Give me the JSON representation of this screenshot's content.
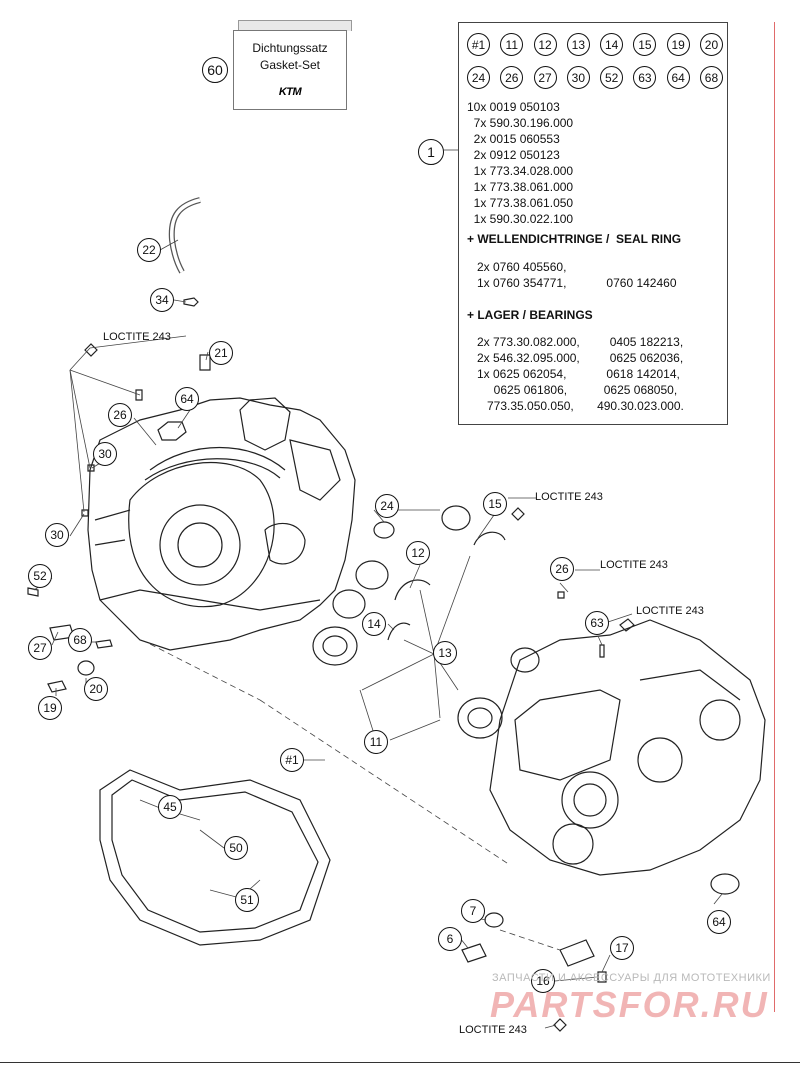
{
  "gasket_set": {
    "callout": "60",
    "line1": "Dichtungssatz",
    "line2": "Gasket-Set",
    "logo_text": "KTM"
  },
  "parts_list": {
    "callout": "1",
    "chips_row1": [
      "#1",
      "11",
      "12",
      "13",
      "14",
      "15",
      "19",
      "20"
    ],
    "chips_row2": [
      "24",
      "26",
      "27",
      "30",
      "52",
      "63",
      "64",
      "68"
    ],
    "lines": [
      "10x 0019 050103",
      "  7x 590.30.196.000",
      "  2x 0015 060553",
      "  2x 0912 050123",
      "  1x 773.34.028.000",
      "  1x 773.38.061.000",
      "  1x 773.38.061.050",
      "  1x 590.30.022.100"
    ],
    "seal_heading": "+ WELLENDICHTRINGE /  SEAL RING",
    "seal_lines": [
      "2x 0760 405560,",
      "1x 0760 354771,            0760 142460"
    ],
    "bearing_heading": "+ LAGER / BEARINGS",
    "bearing_lines": [
      "2x 773.30.082.000,         0405 182213,",
      "2x 546.32.095.000,         0625 062036,",
      "1x 0625 062054,            0618 142014,",
      "     0625 061806,           0625 068050,",
      "   773.35.050.050,       490.30.023.000."
    ]
  },
  "callouts": [
    {
      "label": "22"
    },
    {
      "label": "34"
    },
    {
      "label": "21"
    },
    {
      "label": "64"
    },
    {
      "label": "26"
    },
    {
      "label": "30"
    },
    {
      "label": "30"
    },
    {
      "label": "52"
    },
    {
      "label": "27"
    },
    {
      "label": "68"
    },
    {
      "label": "20"
    },
    {
      "label": "19"
    },
    {
      "label": "24"
    },
    {
      "label": "15"
    },
    {
      "label": "12"
    },
    {
      "label": "14"
    },
    {
      "label": "13"
    },
    {
      "label": "11"
    },
    {
      "label": "#1"
    },
    {
      "label": "26"
    },
    {
      "label": "63"
    },
    {
      "label": "45"
    },
    {
      "label": "50"
    },
    {
      "label": "51"
    },
    {
      "label": "7"
    },
    {
      "label": "6"
    },
    {
      "label": "17"
    },
    {
      "label": "16"
    },
    {
      "label": "64"
    }
  ],
  "loctite_labels": [
    "LOCTITE 243",
    "LOCTITE 243",
    "LOCTITE 243",
    "LOCTITE 243",
    "LOCTITE 243"
  ],
  "watermark": {
    "small": "ЗАПЧАСТИ И АКСЕССУАРЫ ДЛЯ МОТОТЕХНИКИ",
    "big": "PARTSFOR.RU"
  }
}
